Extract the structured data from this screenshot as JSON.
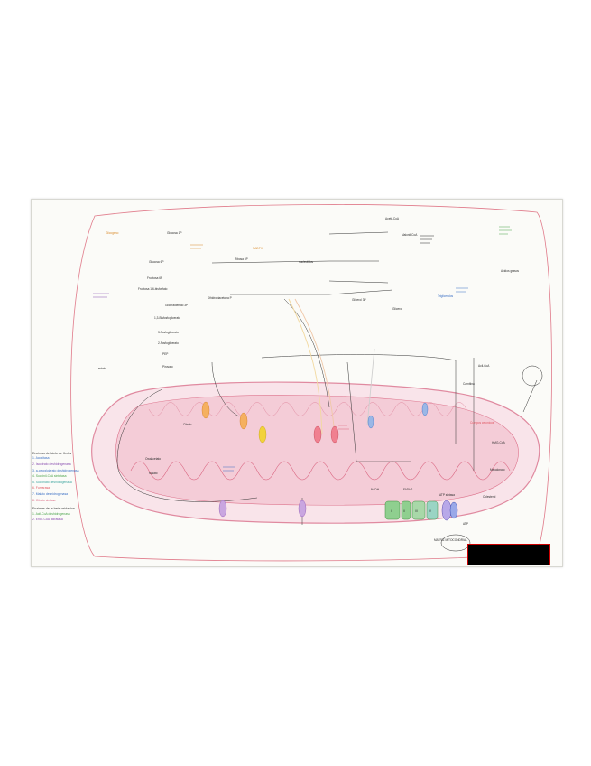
{
  "colors": {
    "paper": "#fbfbf8",
    "mito_outer": "#e08aa0",
    "mito_matrix": "#f7d6df",
    "ink": "#2b2b2b",
    "green": "#4aa34a",
    "blue": "#3a6fc4",
    "purple": "#8a4fb0",
    "orange": "#f0a040",
    "yellow": "#f2d23a",
    "red": "#e05560",
    "teal": "#3fa6a0",
    "pink": "#d9627e"
  },
  "labels": {
    "glycogen": "Glicogeno",
    "glucose_6p": "Glucosa 6P",
    "glucose_1p": "Glucosa 1P",
    "fructose_6p": "Fructosa 6P",
    "fructose_16": "Fructosa 1,6-bisfosfato",
    "pentose_path": "Ribosa 5P",
    "nadph": "NADPH",
    "nucleotides": "nucleotidos",
    "glyceraldehyde": "Gliceraldehido 3P",
    "dhap": "Dihidroxiacetona P",
    "bpg": "1,3-Bisfosfoglicerato",
    "pg3": "3-Fosfoglicerato",
    "pg2": "2-Fosfoglicerato",
    "pep": "PEP",
    "pyruvate": "Piruvato",
    "lactate": "Lactato",
    "glycerol": "Glicerol",
    "glycerol_3p": "Glicerol 3P",
    "fatty_acids": "Acidos grasos",
    "acyl_coa": "Acil-CoA",
    "triglycerides": "Trigliceridos",
    "acetyl_coa": "Acetil-CoA",
    "malonyl_coa": "Malonil-CoA",
    "citrate": "Citrato",
    "oxaloacetate": "Oxalacetato",
    "malate": "Malato",
    "carnitine": "Carnitina",
    "ketone_bodies": "Cuerpos cetonicos",
    "nadh": "NADH",
    "fadh2": "FADH2",
    "atp": "ATP",
    "atp_synthase": "ATP sintasa",
    "complex_i": "I",
    "complex_ii": "II",
    "complex_iii": "III",
    "complex_iv": "IV",
    "hmg_coa": "HMG-CoA",
    "mevalonate": "Mevalonato",
    "cholesterol": "Colesterol",
    "bottom_note": "MATRIZ MITOCONDRIAL"
  },
  "legend": {
    "title_1": "Enzimas del ciclo de Krebs",
    "items_1": [
      {
        "text": "1. Aconitasa",
        "color": "#3a6fc4"
      },
      {
        "text": "2. Isocitrato deshidrogenasa",
        "color": "#8a4fb0"
      },
      {
        "text": "3. a-cetoglutarato deshidrogenasa",
        "color": "#3a6fc4"
      },
      {
        "text": "4. Succinil-CoA sintetasa",
        "color": "#4aa34a"
      },
      {
        "text": "5. Succinato deshidrogenasa",
        "color": "#3fa6a0"
      },
      {
        "text": "6. Fumarasa",
        "color": "#e05560"
      },
      {
        "text": "7. Malato deshidrogenasa",
        "color": "#3a6fc4"
      },
      {
        "text": "8. Citrato sintasa",
        "color": "#d9627e"
      }
    ],
    "title_2": "Enzimas de la beta oxidacion",
    "items_2": [
      {
        "text": "1. Acil-CoA deshidrogenasa",
        "color": "#4aa34a"
      },
      {
        "text": "2. Enoil-CoA hidratasa",
        "color": "#8a4fb0"
      }
    ]
  }
}
